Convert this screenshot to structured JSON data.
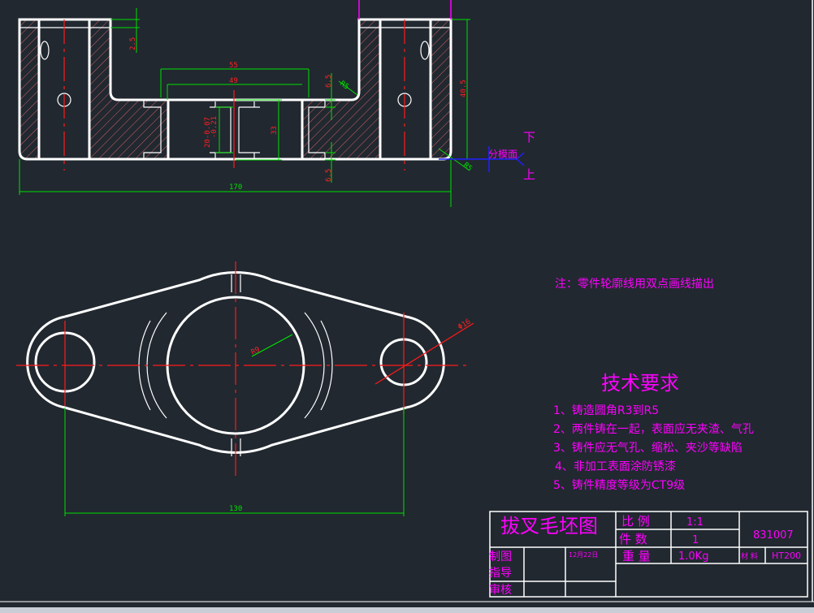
{
  "top_view": {
    "dims": {
      "d25": "2.5",
      "d55": "55",
      "d49": "49",
      "tol": "20-0.07",
      "tol2": "-0.21",
      "d33": "33",
      "d65a": "6.5",
      "d65b": "6.5",
      "r5a": "R5",
      "r5b": "R5",
      "d405": "40.5",
      "d170": "170"
    },
    "parting": {
      "label": "分模面",
      "down": "下",
      "up": "上"
    }
  },
  "plan_view": {
    "dims": {
      "r9": "R9",
      "phi16": "Φ16",
      "d130": "130"
    }
  },
  "note": "注：零件轮廓线用双点画线描出",
  "requirements": {
    "title": "技术要求",
    "items": [
      "1、铸造圆角R3到R5",
      "2、两件铸在一起，表面应无夹渣、气孔",
      "3、铸件应无气孔、缩松、夹沙等缺陷",
      "4、非加工表面涂防锈漆",
      "5、铸件精度等级为CT9级"
    ]
  },
  "title_block": {
    "name": "拔叉毛坯图",
    "scale_label": "比 例",
    "scale": "1:1",
    "qty_label": "件 数",
    "qty": "1",
    "drawing_no": "831007",
    "weight_label": "重 量",
    "weight": "1.0Kg",
    "material_label": "材 料",
    "material": "HT200",
    "drawn_by": "制图",
    "date": "12月22日",
    "guide": "指导",
    "review": "审核"
  },
  "colors": {
    "background": "#212830",
    "annotation": "#ff00ff",
    "dimension": "#00e000",
    "centerline": "#ff1a1a"
  }
}
